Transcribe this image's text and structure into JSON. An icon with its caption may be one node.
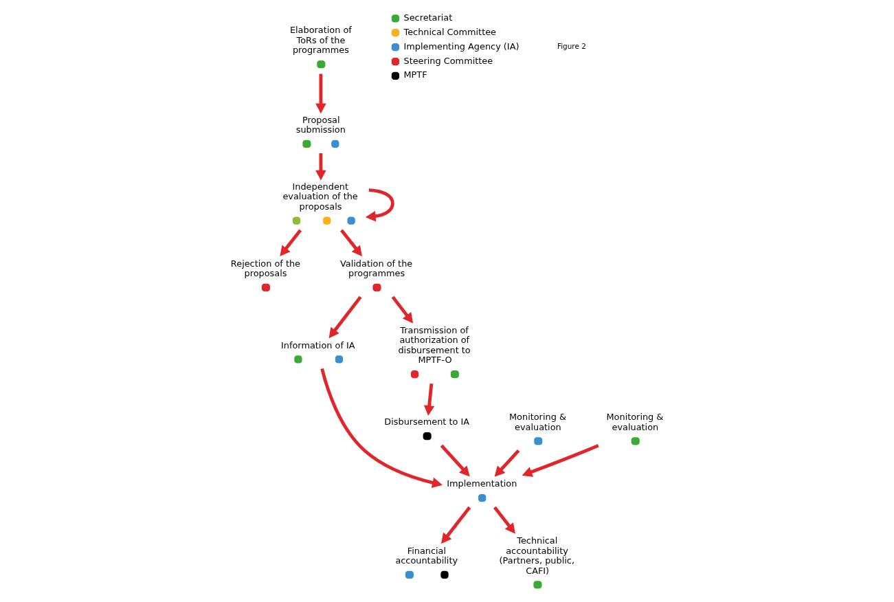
{
  "diagram": {
    "nodes": [
      {
        "text": [
          "Elaboration of ToRs of the programmes"
        ]
      },
      {
        "text": [
          "Proposal submission"
        ]
      },
      {
        "text": [
          "Independent evaluation of the proposals"
        ]
      },
      {
        "text": [
          "Rejection of the proposals"
        ]
      },
      {
        "text": [
          "Validation of the programmes"
        ]
      },
      {
        "text": [
          "Information of IA"
        ]
      },
      {
        "text": [
          "Transmission of authorization of disbursement to MPTF-O"
        ]
      },
      {
        "text": [
          "Disbursement to IA"
        ]
      },
      {
        "text": [
          "Implementation"
        ]
      },
      {
        "text": [
          "Monitoring & evaluation"
        ]
      },
      {
        "text": [
          "Monitoring & evaluation"
        ]
      },
      {
        "text": [
          "Financial accountability"
        ]
      },
      {
        "text": [
          "Technical accountability (Partners, public, CAFI)"
        ]
      }
    ],
    "edges": [
      {
        "from": 0,
        "to": 1,
        "arrow": "to"
      },
      {
        "from": 1,
        "to": 2,
        "arrow": "to"
      },
      {
        "from": 2,
        "to": 2,
        "arrow": "to"
      },
      {
        "from": 2,
        "to": 4,
        "arrow": "to"
      },
      {
        "from": 2,
        "to": 3,
        "arrow": "to"
      },
      {
        "from": 4,
        "to": 5,
        "arrow": "to"
      },
      {
        "from": 4,
        "to": 6,
        "arrow": "to"
      },
      {
        "from": 6,
        "to": 7,
        "arrow": "to"
      },
      {
        "from": 5,
        "to": 8,
        "arrow": "to"
      },
      {
        "from": 7,
        "to": 8,
        "arrow": "to"
      },
      {
        "from": 9,
        "to": 8,
        "arrow": "to"
      },
      {
        "from": 10,
        "to": 8,
        "arrow": "to"
      },
      {
        "from": 8,
        "to": 11,
        "arrow": "to"
      },
      {
        "from": 8,
        "to": 12,
        "arrow": "to"
      }
    ],
    "labels": [
      "Figure 2"
    ],
    "legend": [
      {
        "text": "Secretariat",
        "color": "#3aaa35"
      },
      {
        "text": "Technical Committee",
        "color": "#fbb117"
      },
      {
        "text": "Implementing Agency (IA)",
        "color": "#3a8fd0"
      },
      {
        "text": "Steering Committee",
        "color": "#e0262b"
      },
      {
        "text": "MPTF",
        "color": "#000000"
      }
    ]
  }
}
